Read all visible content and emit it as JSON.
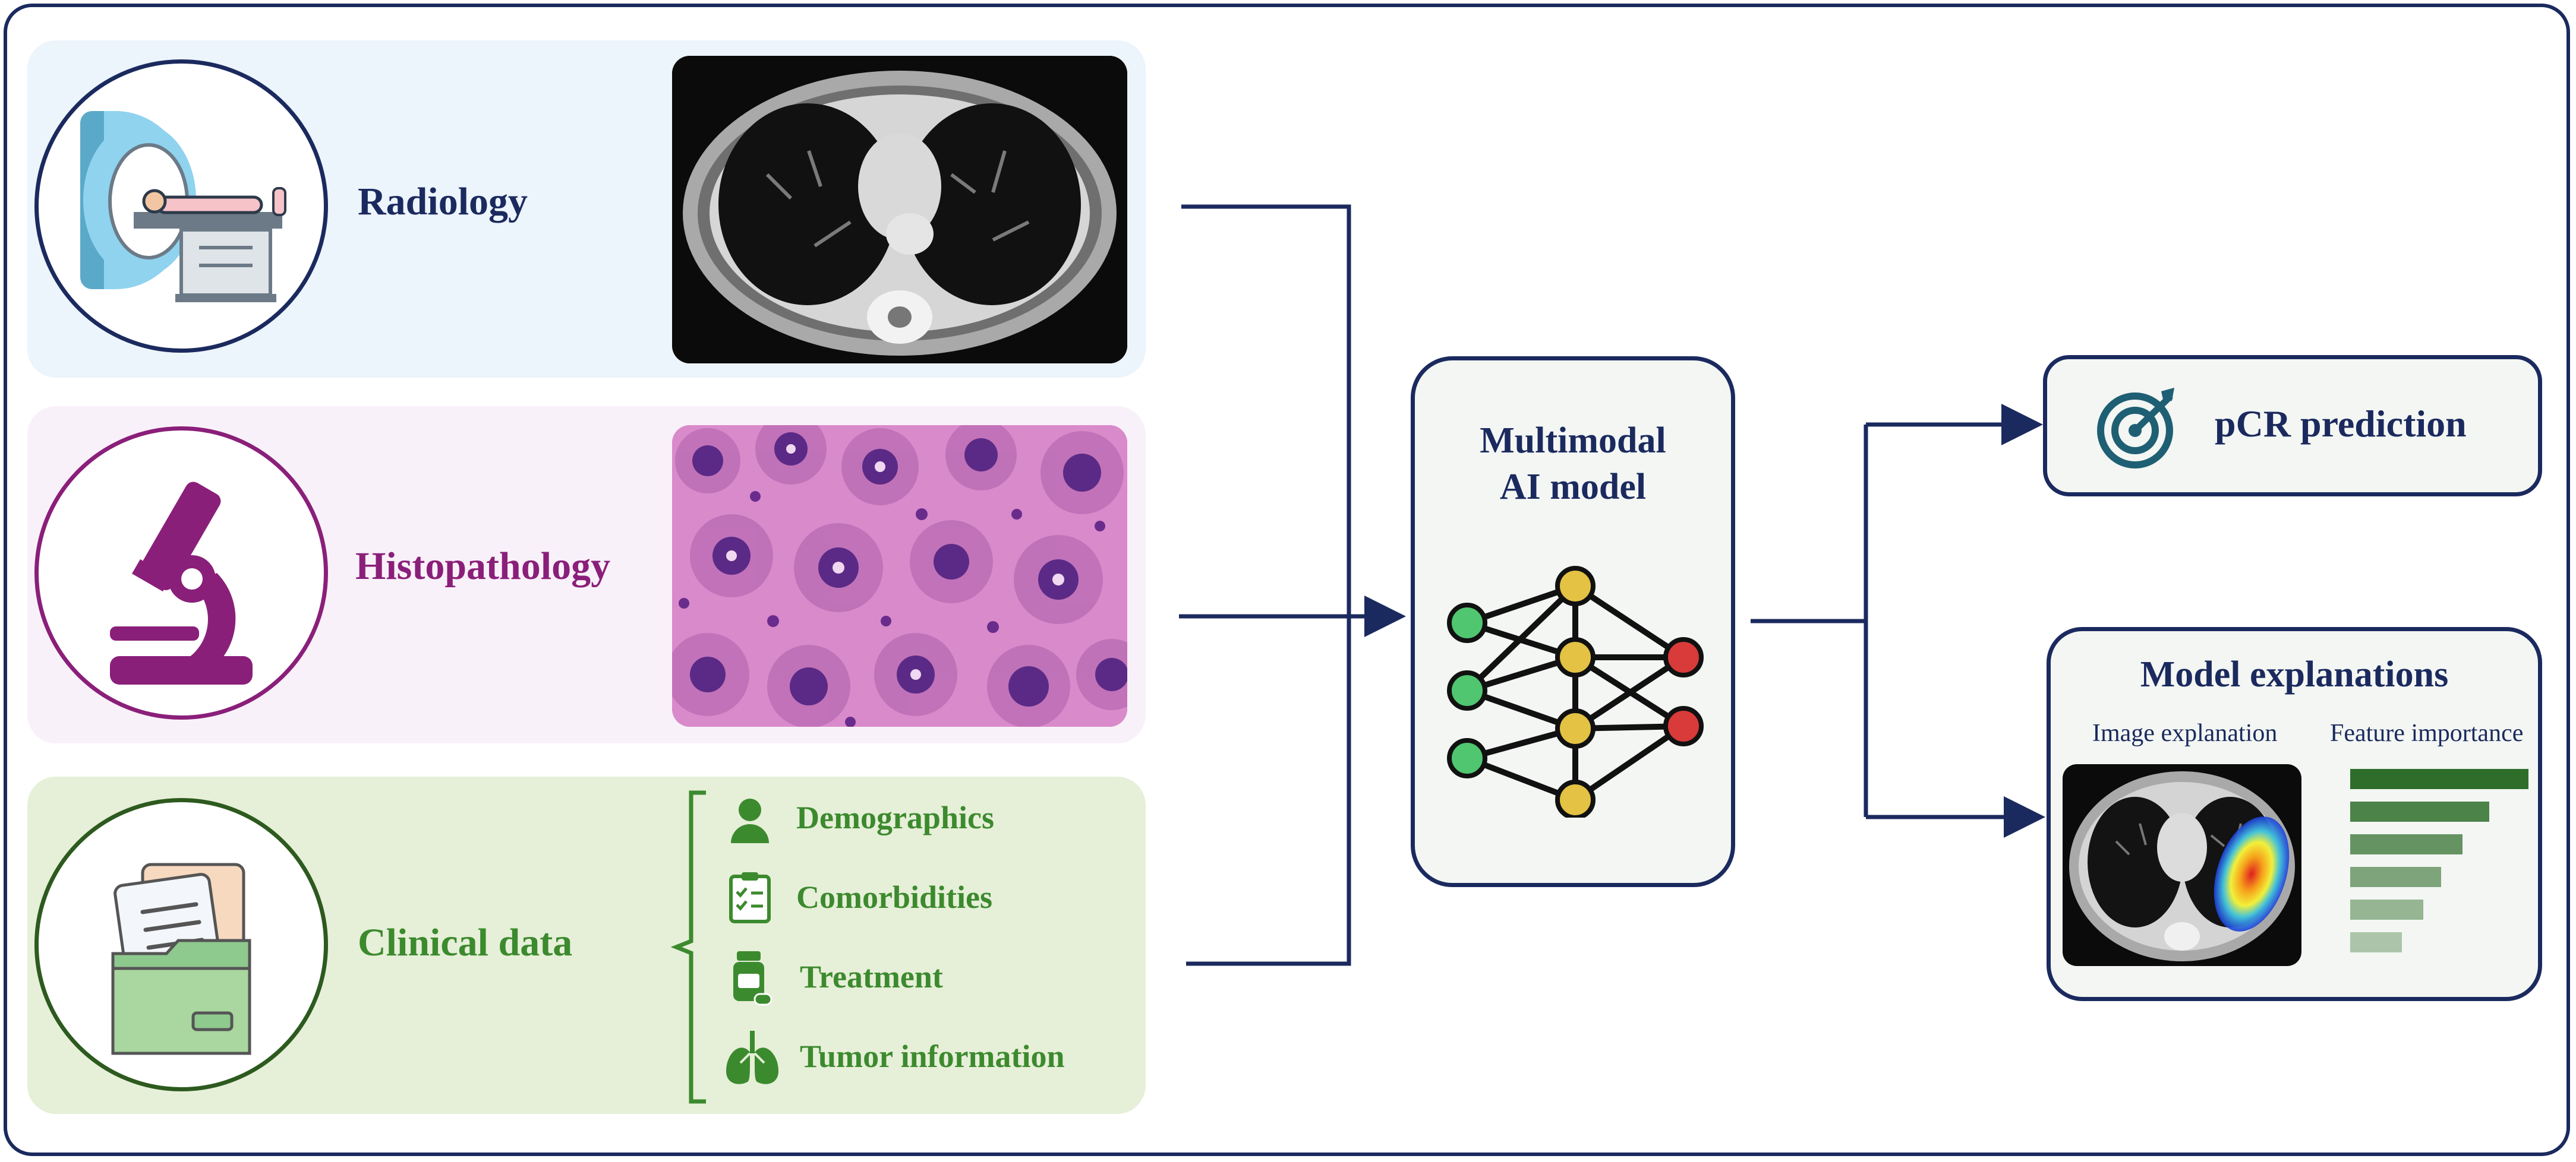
{
  "inputs": {
    "radiology": {
      "label": "Radiology",
      "color": "#1b2a5e",
      "icon": "mri-scanner-icon"
    },
    "histopathology": {
      "label": "Histopathology",
      "color": "#8a1f7a",
      "icon": "microscope-icon"
    },
    "clinical": {
      "label": "Clinical data",
      "color": "#3c8a2e",
      "icon": "folder-documents-icon",
      "items": [
        {
          "label": "Demographics",
          "icon": "person-icon"
        },
        {
          "label": "Comorbidities",
          "icon": "clipboard-icon"
        },
        {
          "label": "Treatment",
          "icon": "medicine-bottle-icon"
        },
        {
          "label": "Tumor information",
          "icon": "lungs-icon"
        }
      ]
    }
  },
  "model": {
    "title_line1": "Multimodal",
    "title_line2": "AI model",
    "icon": "neural-network-icon"
  },
  "outputs": {
    "prediction": {
      "label": "pCR prediction",
      "icon": "target-icon"
    },
    "explanations": {
      "title": "Model explanations",
      "image_label": "Image explanation",
      "feature_label": "Feature importance",
      "feature_bars": [
        1.0,
        0.78,
        0.63,
        0.51,
        0.41,
        0.29
      ]
    }
  },
  "colors": {
    "navy": "#1b2a5e",
    "node_green": "#4fc66f",
    "node_yellow": "#e3c244",
    "node_red": "#d93a3a",
    "bar_green": "#2e6e2a"
  }
}
